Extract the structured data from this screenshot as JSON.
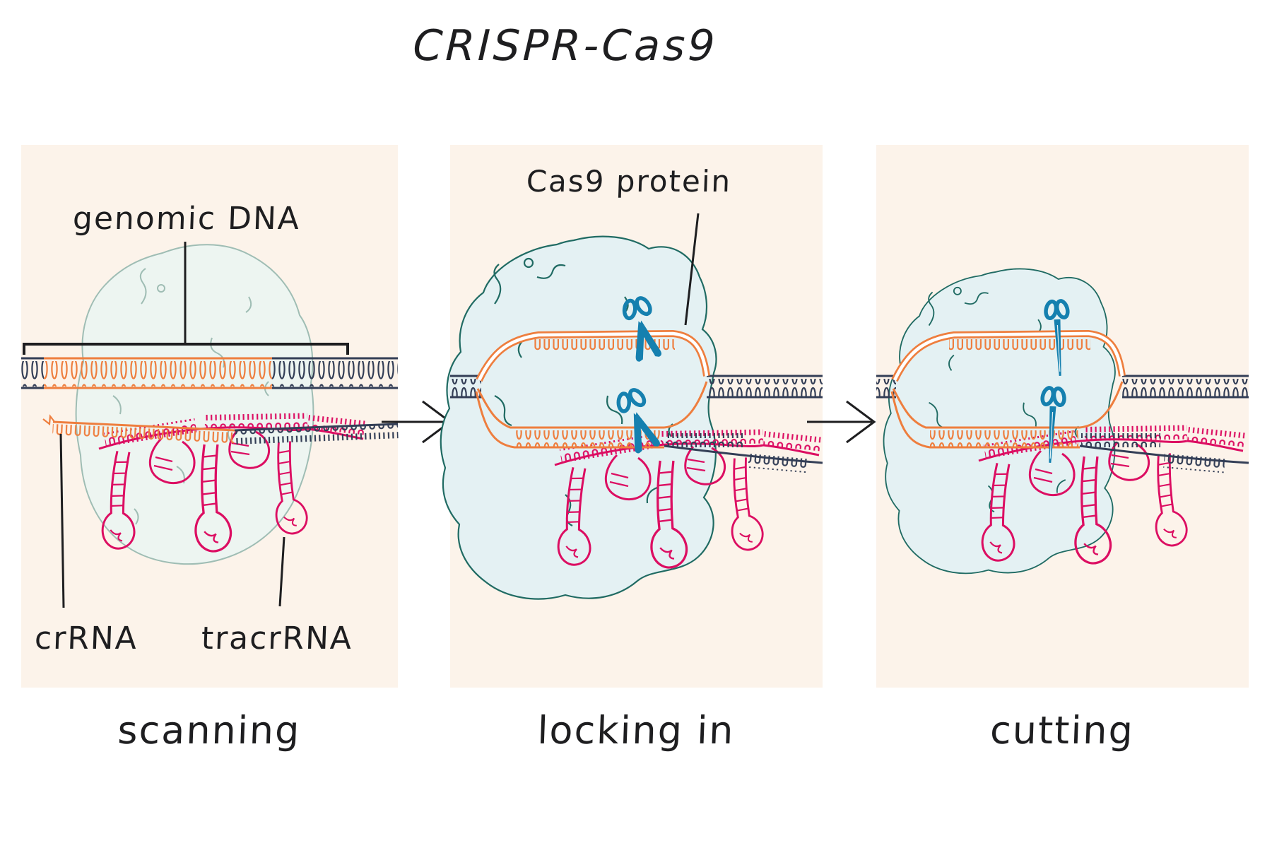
{
  "title": "CRISPR-Cas9",
  "panels": [
    {
      "caption": "scanning",
      "labels": {
        "genomic_dna": "genomic DNA",
        "crrna": "crRNA",
        "tracrrna": "tracrRNA"
      }
    },
    {
      "caption": "locking in",
      "labels": {
        "cas9": "Cas9 protein"
      }
    },
    {
      "caption": "cutting",
      "labels": {}
    }
  ],
  "icons": {
    "scissors": "scissors-icon",
    "arrow": "arrow-right-icon"
  },
  "colors": {
    "page-bg": "#ffffff",
    "panel-bg": "#fcf3ea",
    "ink": "#1e1e20",
    "dna-orange": "#ee7e3e",
    "dna-navy": "#333e56",
    "rna-magenta": "#dc0e62",
    "protein-outline": "#206b63",
    "protein-fill": "#e4f1f3",
    "protein-outline-soft": "#9fbdb4",
    "protein-fill-soft": "#edf5f1",
    "scissors-blue": "#1580af"
  }
}
